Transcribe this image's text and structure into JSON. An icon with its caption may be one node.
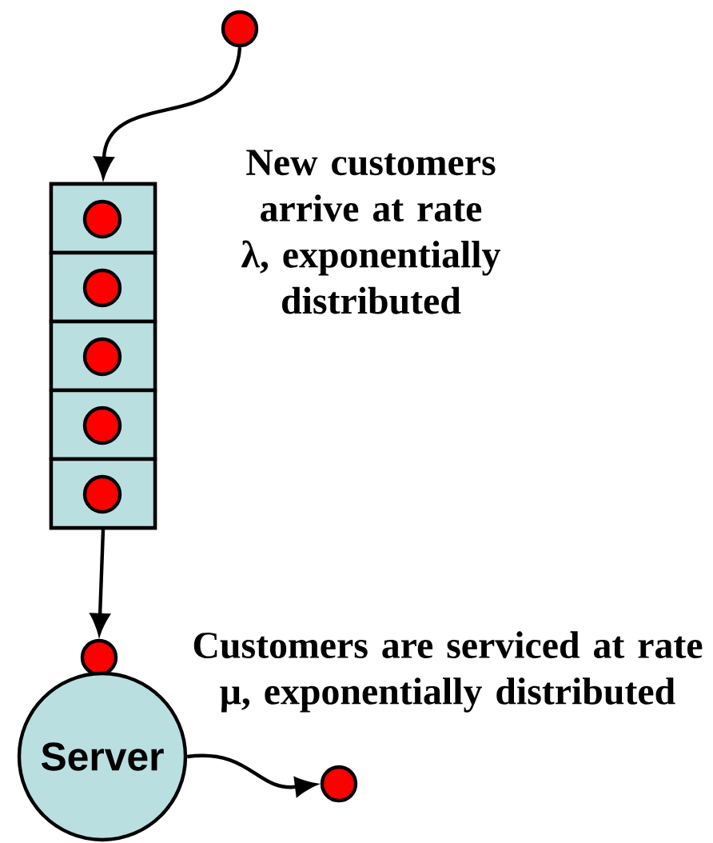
{
  "diagram": {
    "nodes": [
      {
        "text": [],
        "shape": "circle"
      },
      {
        "text": [],
        "shape": "box"
      },
      {
        "text": [],
        "shape": "box",
        "in": 1
      },
      {
        "text": [],
        "shape": "box",
        "in": 1
      },
      {
        "text": [],
        "shape": "box",
        "in": 1
      },
      {
        "text": [],
        "shape": "box",
        "in": 1
      },
      {
        "text": [],
        "shape": "box",
        "in": 1
      },
      {
        "text": [],
        "shape": "circle",
        "in": 2
      },
      {
        "text": [],
        "shape": "circle",
        "in": 3
      },
      {
        "text": [],
        "shape": "circle",
        "in": 4
      },
      {
        "text": [],
        "shape": "circle",
        "in": 5
      },
      {
        "text": [],
        "shape": "circle",
        "in": 6
      },
      {
        "text": [],
        "shape": "circle"
      },
      {
        "text": [
          "Server"
        ]
      },
      {
        "text": [],
        "shape": "circle"
      }
    ],
    "edges": [
      {
        "from": 0,
        "to": 1,
        "arrow": "to"
      },
      {
        "from": 1,
        "to": 12,
        "arrow": "to"
      },
      {
        "from": 13,
        "to": 14,
        "arrow": "to"
      }
    ],
    "labels": [
      "New customers arrive at rate λ, exponentially distributed",
      "Customers are serviced at rate μ, exponentially distributed"
    ]
  }
}
